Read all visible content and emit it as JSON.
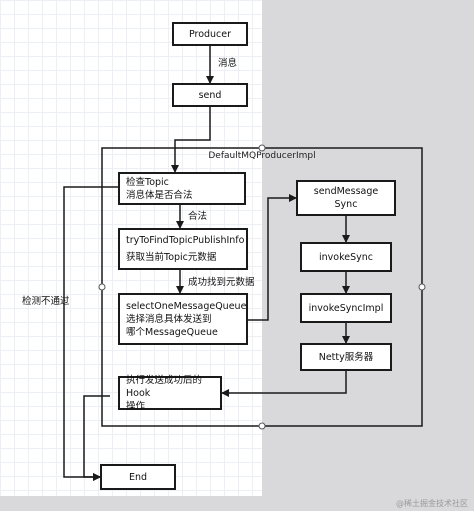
{
  "diagram": {
    "container_title": "DefaultMQProducerImpl",
    "nodes": {
      "producer": "Producer",
      "send": "send",
      "check_line1": "检查Topic",
      "check_line2": "消息体是否合法",
      "find_line1": "tryToFindTopicPublishInfo",
      "find_line2": "获取当前Topic元数据",
      "select_line1": "selectOneMessageQueue",
      "select_line2": "选择消息具体发送到",
      "select_line3": "哪个MessageQueue",
      "send_msg_line1": "sendMessage",
      "send_msg_line2": "Sync",
      "invoke_sync": "invokeSync",
      "invoke_sync_impl": "invokeSyncImpl",
      "netty": "Netty服务器",
      "hook_line1": "执行发送成功后的Hook",
      "hook_line2": "操作",
      "end": "End"
    },
    "edge_labels": {
      "message": "消息",
      "valid": "合法",
      "found": "成功找到元数据",
      "check_failed": "检测不通过"
    }
  },
  "watermark": "@稀土掘金技术社区"
}
